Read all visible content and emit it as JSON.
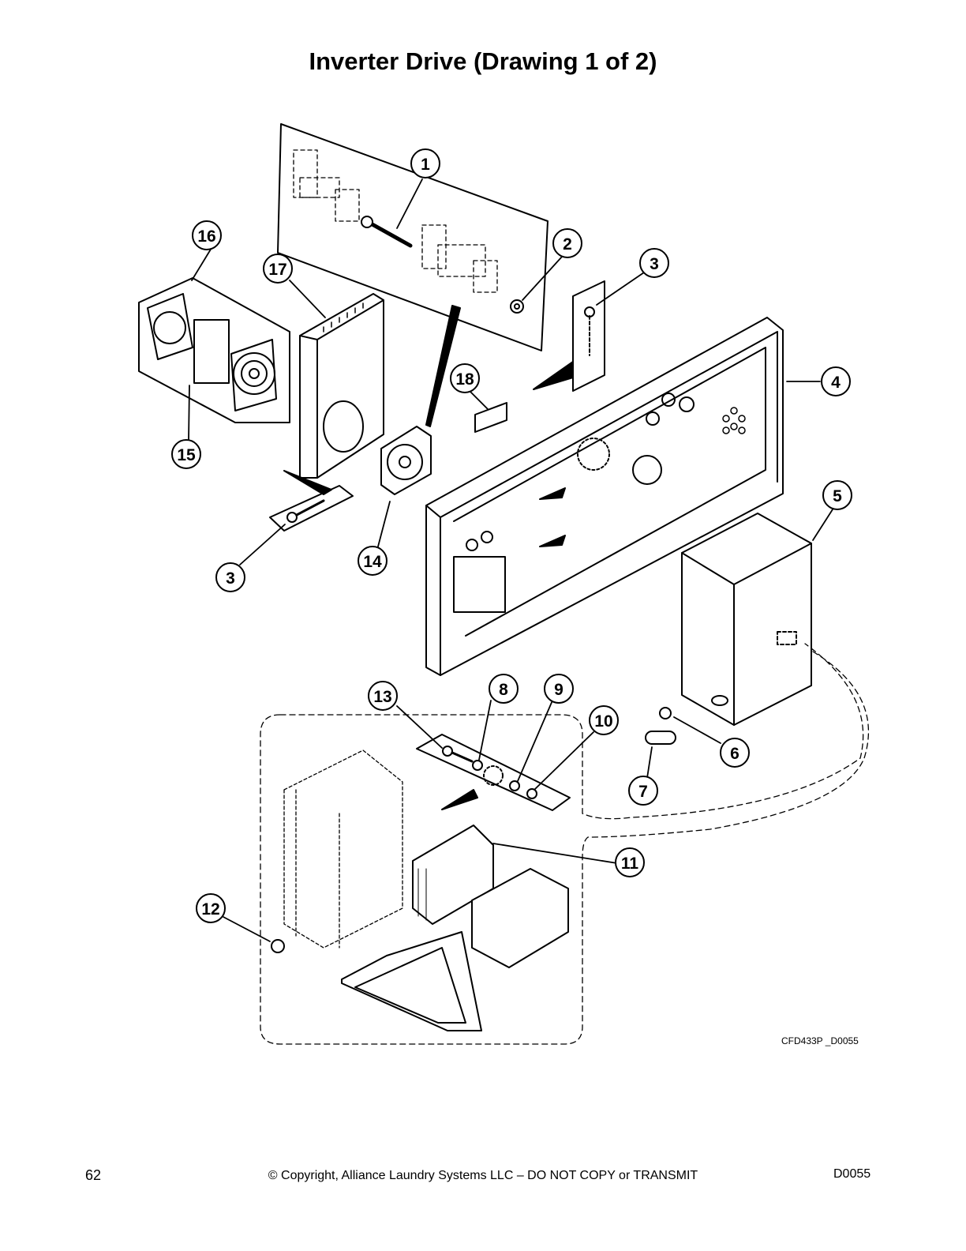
{
  "title": "Inverter Drive (Drawing 1 of 2)",
  "callouts": [
    "1",
    "2",
    "3",
    "3",
    "4",
    "5",
    "6",
    "7",
    "8",
    "9",
    "10",
    "11",
    "12",
    "13",
    "14",
    "15",
    "16",
    "17",
    "18"
  ],
  "drawing_code": "CFD433P _D0055",
  "footer": {
    "page_number": "62",
    "copyright": "© Copyright, Alliance Laundry Systems LLC – DO NOT COPY or TRANSMIT",
    "doc_code": "D0055"
  }
}
